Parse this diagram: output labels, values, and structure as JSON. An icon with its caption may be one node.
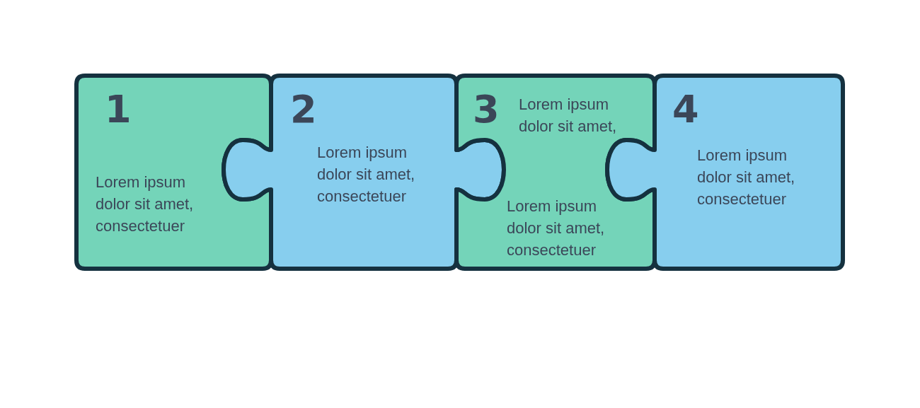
{
  "diagram": {
    "nodes": [
      {
        "text": [
          "1",
          "Lorem ipsum dolor sit amet, consectetuer"
        ]
      },
      {
        "text": [
          "2",
          "Lorem ipsum dolor sit amet, consectetuer"
        ]
      },
      {
        "text": [
          "3",
          "Lorem ipsum dolor sit amet,",
          "Lorem ipsum dolor sit amet, consectetuer"
        ]
      },
      {
        "text": [
          "4",
          "Lorem ipsum dolor sit amet, consectetuer"
        ]
      }
    ]
  }
}
